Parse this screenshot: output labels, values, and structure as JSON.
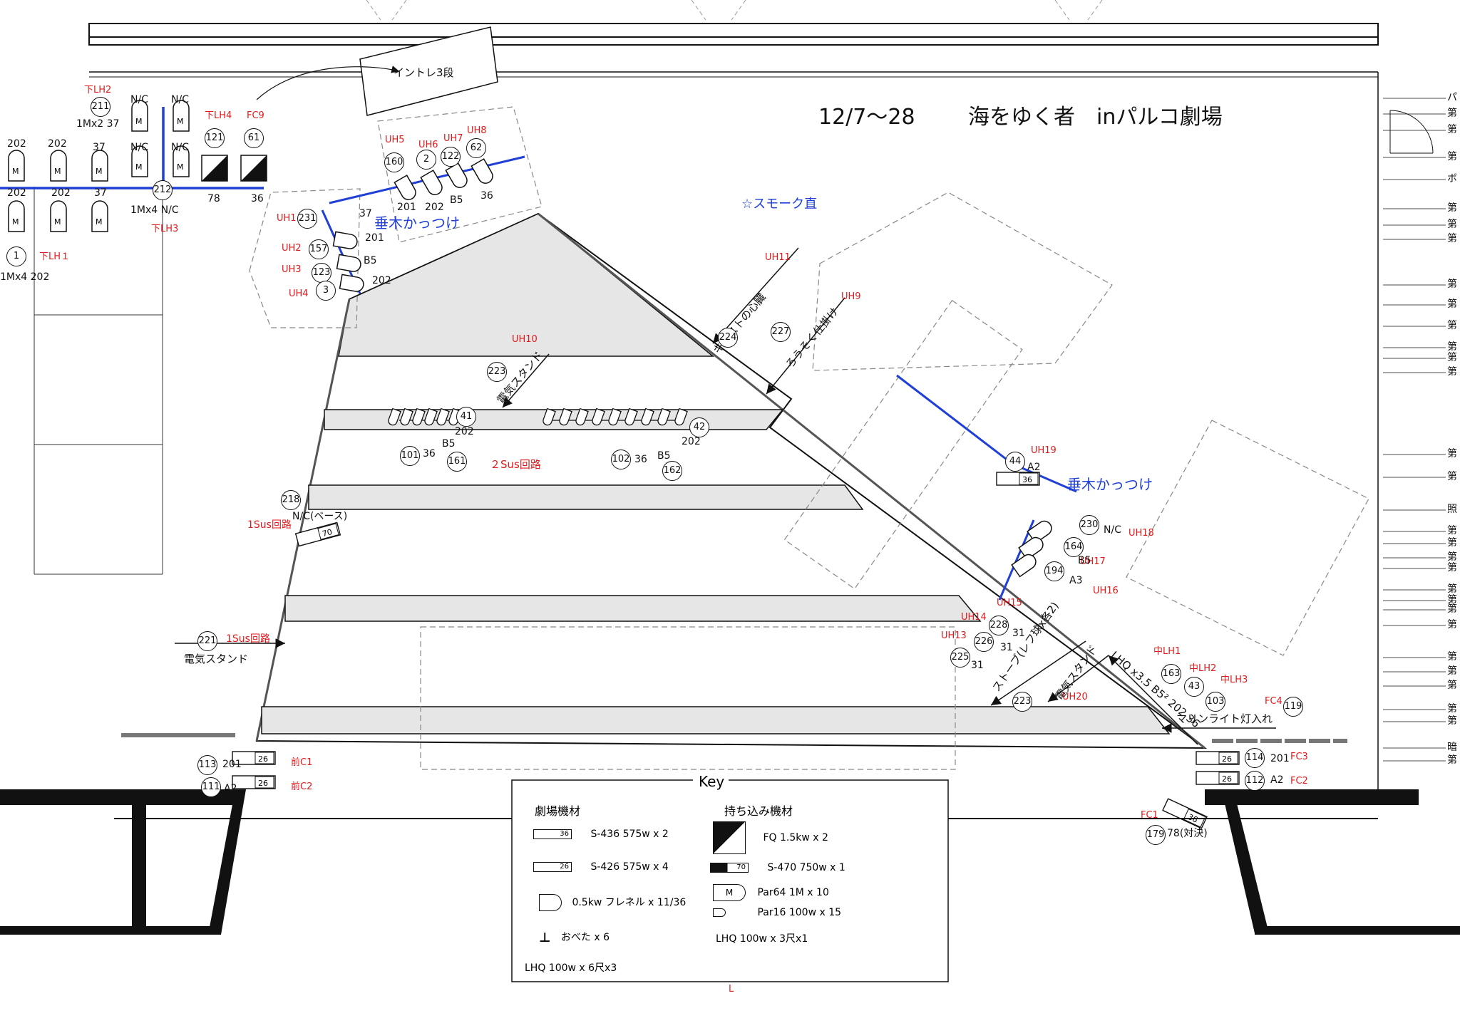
{
  "title": {
    "dates": "12/7〜28",
    "name": "海をゆく者　inパルコ劇場"
  },
  "notes": {
    "smoke": "☆スモーク直",
    "truss_label": "イントレ3段",
    "taruki_top": "垂木かっつけ",
    "taruki_right": "垂木かっつけ",
    "sus2": "２Sus回路",
    "sus1_a": "1Sus回路",
    "sus1_b": "1Sus回路",
    "denki_stand_left": "電気スタンド",
    "denki_stand_center": "電気スタンド",
    "denki_stand_right": "電気スタンド",
    "christ_heart": "キリストの心臓",
    "candle": "ろうそく仕掛け",
    "stove": "ストーブ(レフ球x各2)",
    "marine": "マリンライト灯入れ",
    "lhq_right": "LHQ x3.5 B5² 202 36",
    "nc_base": "N/C(ベース)",
    "taiketsu": "78(対決)",
    "bottom_mark": "L"
  },
  "area_labels": {
    "UH1": "UH1",
    "UH2": "UH2",
    "UH3": "UH3",
    "UH4": "UH4",
    "UH5": "UH5",
    "UH6": "UH6",
    "UH7": "UH7",
    "UH8": "UH8",
    "UH9": "UH9",
    "UH10": "UH10",
    "UH11": "UH11",
    "UH13": "UH13",
    "UH14": "UH14",
    "UH15": "UH15",
    "UH16": "UH16",
    "UH17": "UH17",
    "UH18": "UH18",
    "UH19": "UH19",
    "UH20": "UH20",
    "LH1": "下LH１",
    "LH2": "下LH2",
    "LH3": "下LH3",
    "LH4": "下LH4",
    "FC1": "FC1",
    "FC2": "FC2",
    "FC3": "FC3",
    "FC4": "FC4",
    "FC9": "FC9",
    "ZC1": "前C1",
    "ZC2": "前C2",
    "NLH1": "中LH1",
    "NLH2": "中LH2",
    "NLH3": "中LH3"
  },
  "channels": {
    "c211": "211",
    "c212": "212",
    "c1": "1",
    "c121": "121",
    "c61": "61",
    "c160": "160",
    "c2": "2",
    "c122": "122",
    "c62": "62",
    "c231": "231",
    "c157": "157",
    "c123": "123",
    "c3": "3",
    "c224": "224",
    "c227": "227",
    "c223a": "223",
    "c41": "41",
    "c42": "42",
    "c101": "101",
    "c161": "161",
    "c102": "102",
    "c162": "162",
    "c218": "218",
    "c221": "221",
    "c44": "44",
    "c230": "230",
    "c164": "164",
    "c194": "194",
    "c228": "228",
    "c226": "226",
    "c225": "225",
    "c223b": "223",
    "c163": "163",
    "c43": "43",
    "c103": "103",
    "c119": "119",
    "c114": "114",
    "c112": "112",
    "c113": "113",
    "c111": "111",
    "c179": "179"
  },
  "values": {
    "nc1": "N/C",
    "nc2": "N/C",
    "nc3": "N/C",
    "nc4": "N/C",
    "mx2_37": "1Mx2 37",
    "mx4_nc": "1Mx4 N/C",
    "mx4_202": "1Mx4 202",
    "v202a": "202",
    "v202b": "202",
    "v37a": "37",
    "v202c": "202",
    "v202d": "202",
    "v37b": "37",
    "v78": "78",
    "v36": "36",
    "top201": "201",
    "top202": "202",
    "topB5": "B5",
    "top36": "36",
    "l37": "37",
    "l201": "201",
    "lB5": "B5",
    "l202": "202",
    "f36a": "36",
    "f202a": "202",
    "fB5a": "B5",
    "f36b": "36",
    "f202b": "202",
    "fB5b": "B5",
    "rA2": "A2",
    "rNC": "N/C",
    "rB5": "B5",
    "rA3": "A3",
    "s31a": "31",
    "s31b": "31",
    "s31c": "31",
    "fc201": "201",
    "fcA2": "A2",
    "zc201": "201",
    "zcA2": "A2",
    "sup2": "2"
  },
  "key": {
    "title": "Key",
    "house_heading": "劇場機材",
    "bring_heading": "持ち込み機材",
    "items_house": [
      {
        "icon": "ellipsoidal-36",
        "badge": "36",
        "label": "S-436 575w x 2"
      },
      {
        "icon": "ellipsoidal-26",
        "badge": "26",
        "label": "S-426 575w x 4"
      },
      {
        "icon": "fresnel",
        "badge": "",
        "label": "0.5kw フレネル x 11/36"
      },
      {
        "icon": "floor-base",
        "badge": "",
        "label": "おべた x 6"
      },
      {
        "icon": "none",
        "badge": "",
        "label": "LHQ 100w x 6尺x3"
      }
    ],
    "items_bring": [
      {
        "icon": "fq-flood",
        "badge": "",
        "label": "FQ 1.5kw x 2"
      },
      {
        "icon": "ellipsoidal-70",
        "badge": "70",
        "label": "S-470 750w x 1"
      },
      {
        "icon": "par64",
        "badge": "M",
        "label": "Par64 1M x 10"
      },
      {
        "icon": "par16",
        "badge": "",
        "label": "Par16 100w x 15"
      },
      {
        "icon": "none",
        "badge": "",
        "label": "LHQ 100w x 3尺x1"
      }
    ]
  },
  "side_labels": [
    "パ",
    "第",
    "第",
    "第",
    "ボ",
    "第",
    "第",
    "第",
    "第",
    "第",
    "第",
    "第",
    "第",
    "第",
    "第",
    "第",
    "照",
    "第",
    "第",
    "第",
    "第",
    "第",
    "第",
    "第",
    "第",
    "第",
    "第",
    "第",
    "第",
    "第",
    "暗",
    "第"
  ]
}
